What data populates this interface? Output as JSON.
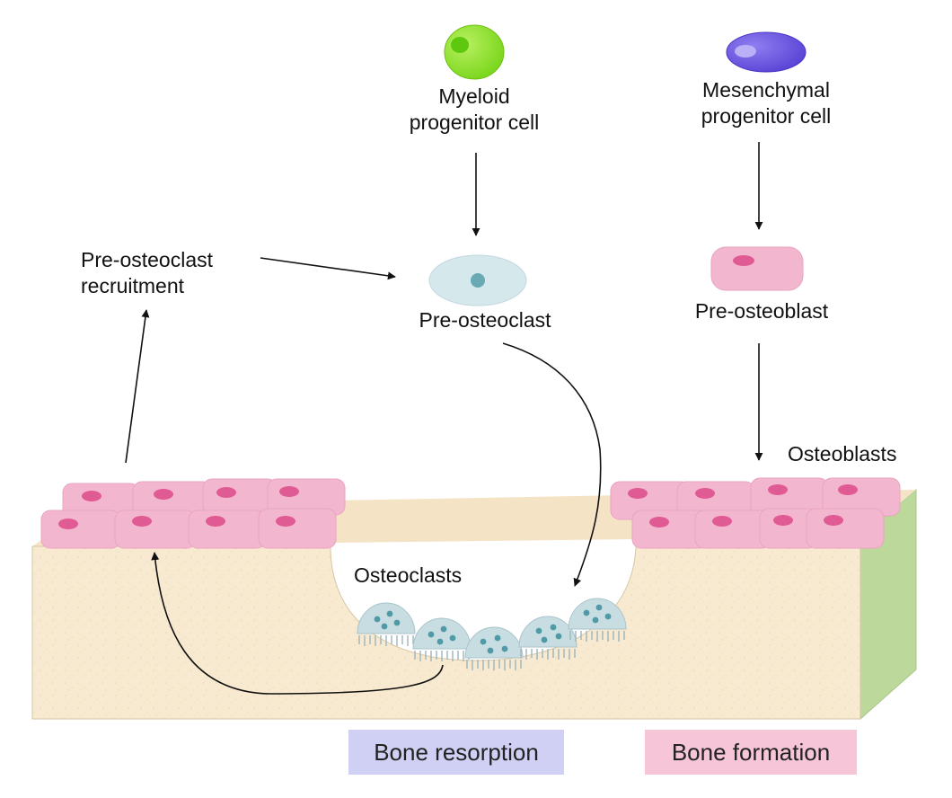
{
  "labels": {
    "myeloid_line1": "Myeloid",
    "myeloid_line2": "progenitor cell",
    "mesenchymal_line1": "Mesenchymal",
    "mesenchymal_line2": "progenitor cell",
    "recruitment_line1": "Pre-osteoclast",
    "recruitment_line2": "recruitment",
    "pre_osteoclast": "Pre-osteoclast",
    "pre_osteoblast": "Pre-osteoblast",
    "osteoblasts": "Osteoblasts",
    "osteoclasts": "Osteoclasts",
    "bone_resorption": "Bone resorption",
    "bone_formation": "Bone formation"
  },
  "colors": {
    "bone": "#f8ead0",
    "bone_side": "#bcd89a",
    "myeloid_cell": "#8ee02e",
    "mesenchymal_cell": "#6a55de",
    "pre_osteoclast": "#d5e8ec",
    "osteoclast": "#c7dde2",
    "osteoblast": "#f2b7cf",
    "nucleus": "#e05a93",
    "resorption_badge": "#cfd0f3",
    "formation_badge": "#f7c5d8"
  }
}
